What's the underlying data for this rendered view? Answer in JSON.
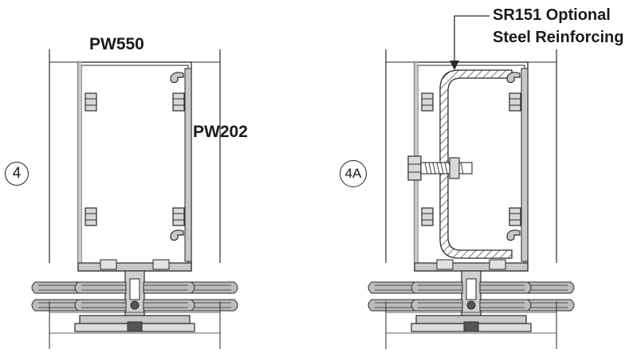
{
  "left_detail": {
    "number": "4",
    "mullion_label": "PW550",
    "adaptor_label": "PW202"
  },
  "right_detail": {
    "number": "4A",
    "reinforcing_label_line1": "SR151 Optional",
    "reinforcing_label_line2": "Steel Reinforcing"
  },
  "colors": {
    "line": "#2a2a2a",
    "metal": "#c8c8c8",
    "dark": "#555555",
    "background": "#ffffff"
  }
}
